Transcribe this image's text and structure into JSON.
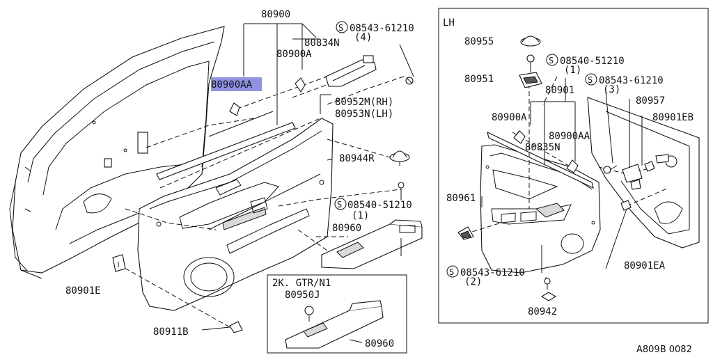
{
  "labels": {
    "p80900": "80900",
    "p80834n": "80834N",
    "p80900a_main": "80900A",
    "p80900aa_main": "80900AA",
    "p80952m": "80952M(RH)",
    "p80953n": "80953N(LH)",
    "p80944r": "80944R",
    "s08540_main": "08540-51210",
    "s08540_main_qty": "(1)",
    "p80960_main": "80960",
    "p80901e": "80901E",
    "p80911b": "80911B",
    "s08543_top": "08543-61210",
    "s08543_top_qty": "(4)",
    "inset_title": "2K. GTR/N1",
    "p80950j": "80950J",
    "p80960_inset": "80960",
    "lh_title": "LH",
    "p80955": "80955",
    "s08540_lh": "08540-51210",
    "s08540_lh_qty": "(1)",
    "p80951": "80951",
    "p80901": "80901",
    "s08543_lh": "08543-61210",
    "s08543_lh_qty": "(3)",
    "p80957": "80957",
    "p80901eb": "80901EB",
    "p80900a_lh": "80900A",
    "p80900aa_lh": "80900AA",
    "p80835n": "80835N",
    "p80961": "80961",
    "s08543_bottom": "08543-61210",
    "s08543_bottom_qty": "(2)",
    "p80942": "80942",
    "p80901ea": "80901EA",
    "diagram_code": "A809B 0082"
  },
  "symbols": {
    "screw_symbol": "S"
  },
  "colors": {
    "highlight": "#8f93e0",
    "line": "#111111",
    "background": "#ffffff"
  }
}
